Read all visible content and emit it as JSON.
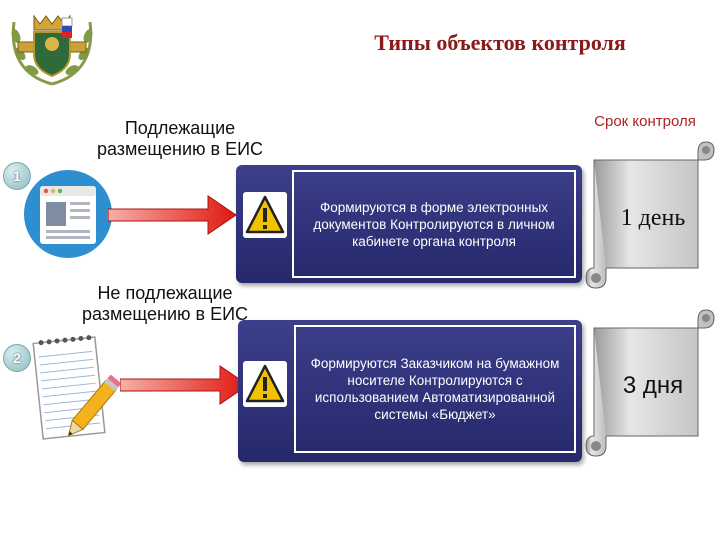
{
  "title": "Типы объектов контроля",
  "term_label": "Срок контроля",
  "rows": [
    {
      "number": "1",
      "category": "Подлежащие размещению в ЕИС",
      "description": "Формируются в форме электронных документов Контролируются в личном кабинете органа контроля",
      "duration": "1 день"
    },
    {
      "number": "2",
      "category": "Не подлежащие размещению в ЕИС",
      "description": "Формируются Заказчиком на бумажном носителе Контролируются с использованием Автоматизированной системы «Бюджет»",
      "duration": "3 дня"
    }
  ],
  "icons": [
    "emblem-icon",
    "app-window-icon",
    "notepad-pencil-icon",
    "warning-icon",
    "arrow-right-icon",
    "scroll-icon"
  ],
  "colors": {
    "title": "#8b1a1a",
    "term_label": "#b22020",
    "panel": "#2e317a",
    "arrow": "#e0201a"
  }
}
